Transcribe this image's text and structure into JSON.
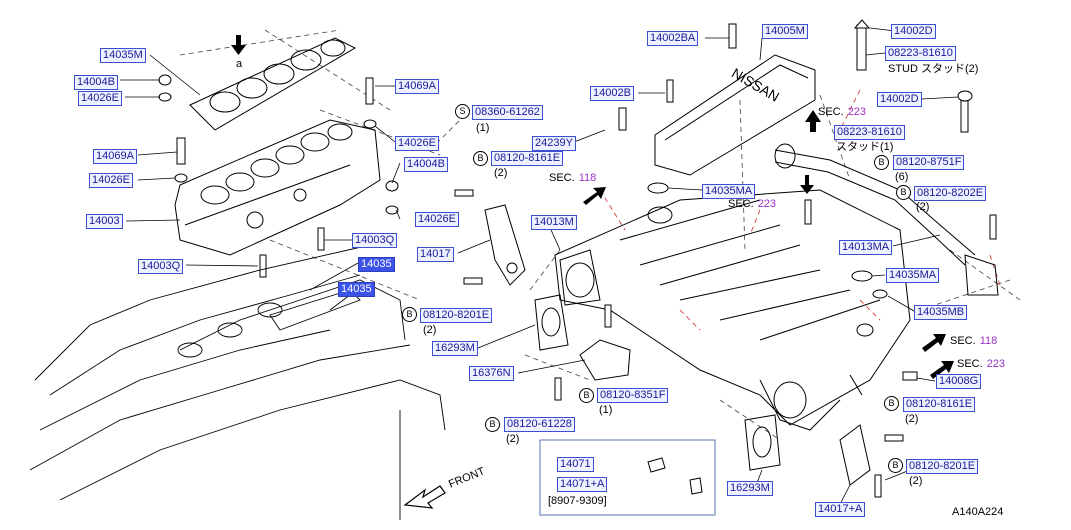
{
  "parts": {
    "p14035M": "14035M",
    "p14004B_a": "14004B",
    "p14026E_a": "14026E",
    "p14069A_a": "14069A",
    "p14026E_b": "14026E",
    "p14069A_b": "14069A",
    "p14026E_c": "14026E",
    "p14004B_b": "14004B",
    "p14026E_d": "14026E",
    "p14003": "14003",
    "p14003Q_a": "14003Q",
    "p14003Q_b": "14003Q",
    "p14035_a": "14035",
    "p14035_b": "14035",
    "p14017": "14017",
    "p14013M": "14013M",
    "p24239Y": "24239Y",
    "p14035MA_a": "14035MA",
    "p14002B": "14002B",
    "p14002BA": "14002BA",
    "p14005M": "14005M",
    "p14002D_a": "14002D",
    "p14002D_b": "14002D",
    "p14013MA": "14013MA",
    "p14035MA_b": "14035MA",
    "p14035MB": "14035MB",
    "p14008G": "14008G",
    "p16293M_a": "16293M",
    "p16376N": "16376N",
    "p16293M_b": "16293M",
    "p14071": "14071",
    "p14071A": "14071+A",
    "p14017A": "14017+A",
    "b08360": "08360-61262",
    "b08120_8161E_a": "08120-8161E",
    "b08120_8201E_a": "08120-8201E",
    "b08120_8351F": "08120-8351F",
    "b08120_61228": "08120-61228",
    "b08120_8751F": "08120-8751F",
    "b08120_8202E": "08120-8202E",
    "b08120_8161E_b": "08120-8161E",
    "b08120_8201E_b": "08120-8201E",
    "b08223_a": "08223-81610",
    "b08223_b": "08223-81610"
  },
  "markers": {
    "s": "S",
    "b": "B"
  },
  "qty": {
    "q1": "(1)",
    "q2": "(2)",
    "q6": "(6)"
  },
  "notes": {
    "stud": "STUD スタッド(2)",
    "stud_jp": "スタッド(1)",
    "arrow_a": "a",
    "front": "FRONT",
    "date_range": "[8907-9309]",
    "code": "A140A224",
    "nissan": "NISSAN"
  },
  "sec": {
    "word": "SEC.",
    "n118": "118",
    "n223": "223"
  }
}
